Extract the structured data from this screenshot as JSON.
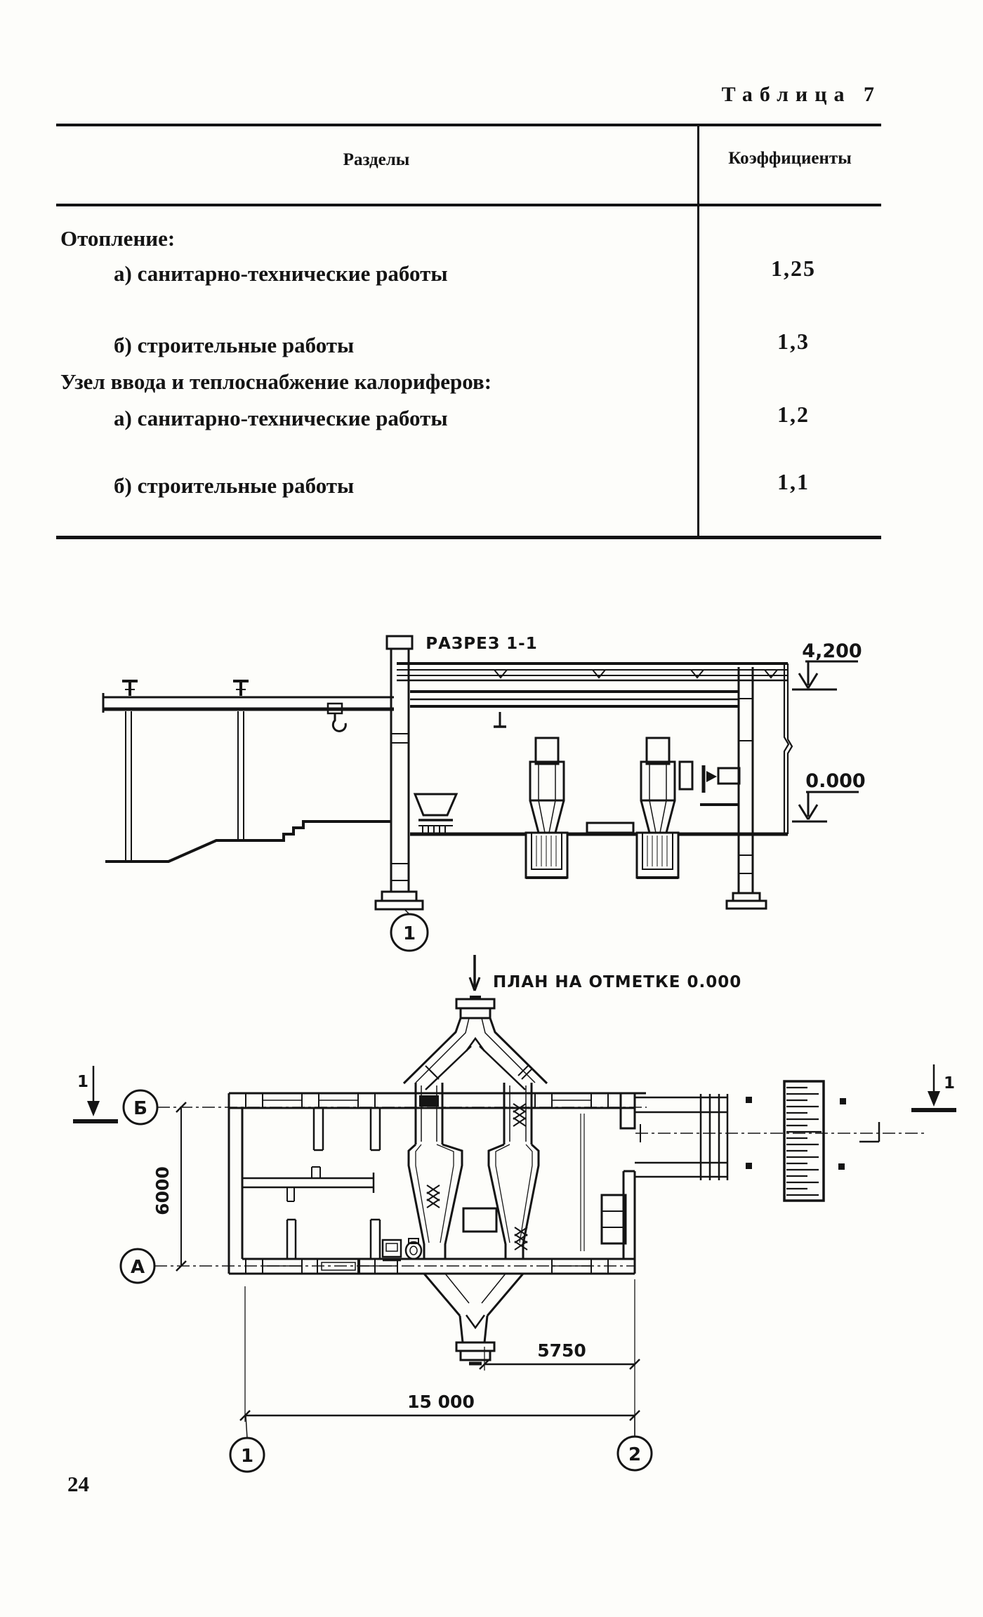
{
  "page": {
    "number": "24"
  },
  "table": {
    "caption": "Таблица 7",
    "headers": {
      "col1": "Разделы",
      "col2": "Коэффициенты"
    },
    "rows": [
      {
        "label": "Отопление:",
        "value": ""
      },
      {
        "label": "а) санитарно-технические работы",
        "value": "1,25"
      },
      {
        "label": "б) строительные работы",
        "value": "1,3"
      },
      {
        "label": "Узел ввода и теплоснабжение калориферов:",
        "value": ""
      },
      {
        "label": "а) санитарно-технические работы",
        "value": "1,2"
      },
      {
        "label": "б) строительные работы",
        "value": "1,1"
      }
    ]
  },
  "section_drawing": {
    "title": "РАЗРЕЗ 1-1",
    "elevation_roof": "4,200",
    "elevation_floor": "0.000",
    "axis_label": "1"
  },
  "plan_drawing": {
    "title": "ПЛАН НА ОТМЕТКЕ 0.000",
    "axis_row_top": "Б",
    "axis_row_bottom": "А",
    "axis_col_left": "1",
    "axis_col_right": "2",
    "section_cut_label": "1",
    "dim_height": "6000",
    "dim_offset": "5750",
    "dim_width": "15 000"
  }
}
